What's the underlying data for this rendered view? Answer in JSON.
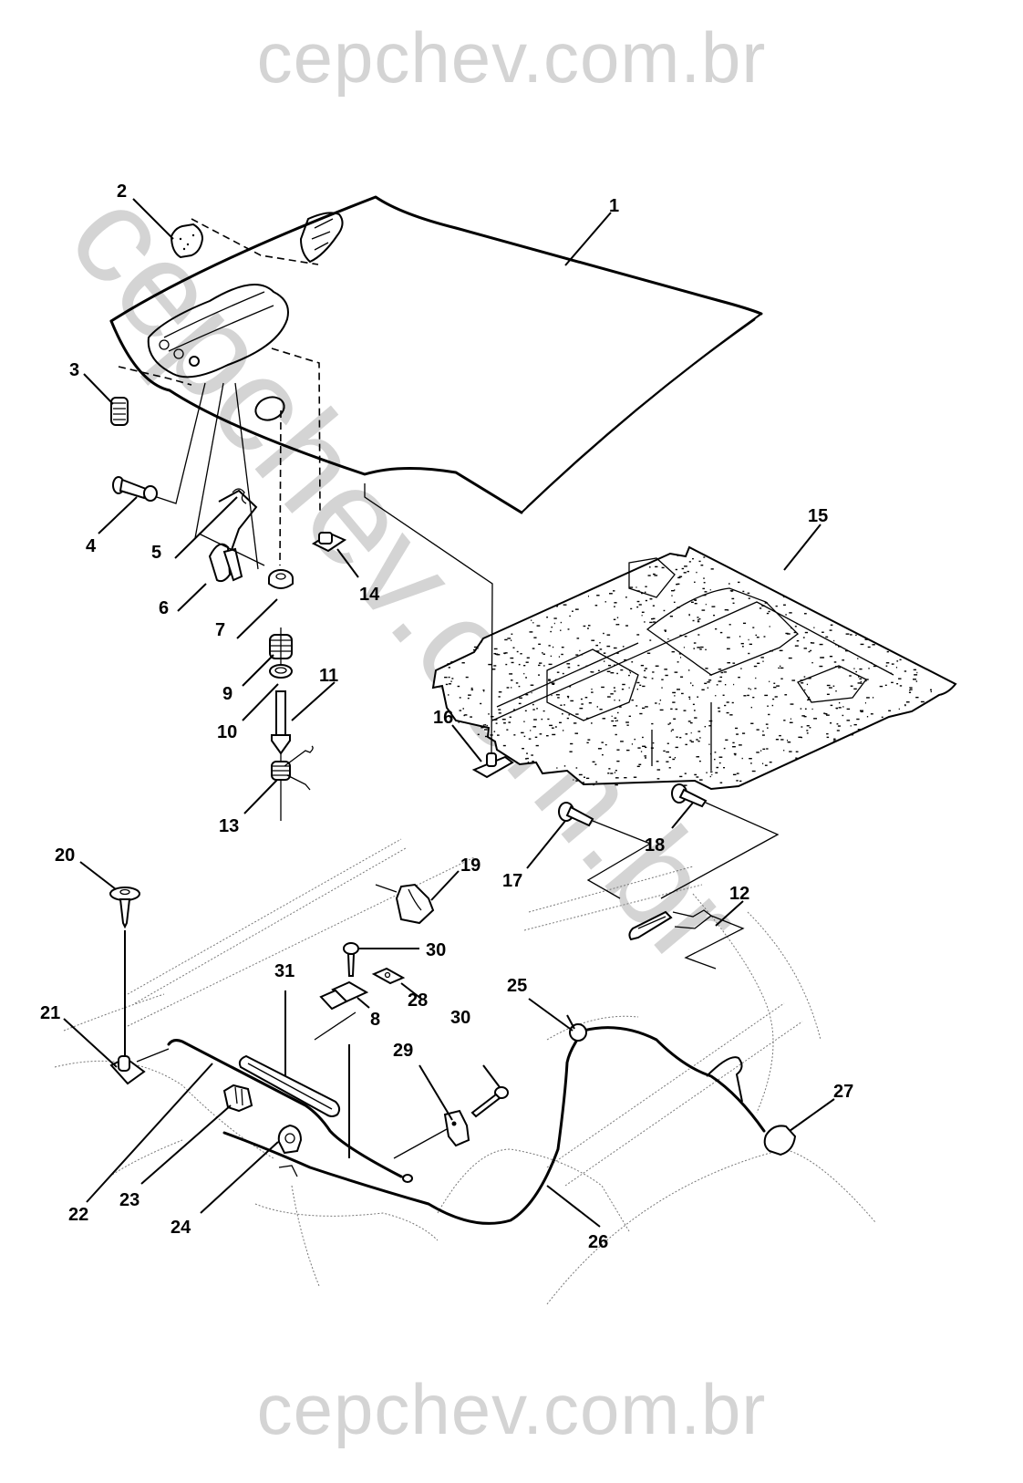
{
  "watermark": {
    "top": "cepchev.com.br",
    "bottom": "cepchev.com.br",
    "diagonal": "cepchev.com.br"
  },
  "diagram": {
    "subject": "Hood (capô) exploded parts view",
    "callouts": [
      {
        "id": "1",
        "label": "1",
        "part": "hood-panel"
      },
      {
        "id": "2",
        "label": "2",
        "part": "bumper-pad"
      },
      {
        "id": "3",
        "label": "3",
        "part": "bumper-stop"
      },
      {
        "id": "4",
        "label": "4",
        "part": "bolt"
      },
      {
        "id": "5",
        "label": "5",
        "part": "spring"
      },
      {
        "id": "6",
        "label": "6",
        "part": "safety-catch"
      },
      {
        "id": "7",
        "label": "7",
        "part": "nut"
      },
      {
        "id": "8",
        "label": "8",
        "part": "clip"
      },
      {
        "id": "9",
        "label": "9",
        "part": "spring"
      },
      {
        "id": "10",
        "label": "10",
        "part": "washer"
      },
      {
        "id": "11",
        "label": "11",
        "part": "latch-bolt"
      },
      {
        "id": "12",
        "label": "12",
        "part": "hinge"
      },
      {
        "id": "13",
        "label": "13",
        "part": "spring"
      },
      {
        "id": "14",
        "label": "14",
        "part": "clip"
      },
      {
        "id": "15",
        "label": "15",
        "part": "insulator-pad"
      },
      {
        "id": "16",
        "label": "16",
        "part": "retainer"
      },
      {
        "id": "17",
        "label": "17",
        "part": "bolt"
      },
      {
        "id": "18",
        "label": "18",
        "part": "bolt"
      },
      {
        "id": "19",
        "label": "19",
        "part": "clip"
      },
      {
        "id": "20",
        "label": "20",
        "part": "screw"
      },
      {
        "id": "21",
        "label": "21",
        "part": "support"
      },
      {
        "id": "22",
        "label": "22",
        "part": "prop-rod"
      },
      {
        "id": "23",
        "label": "23",
        "part": "clip"
      },
      {
        "id": "24",
        "label": "24",
        "part": "clip"
      },
      {
        "id": "25",
        "label": "25",
        "part": "grommet"
      },
      {
        "id": "26",
        "label": "26",
        "part": "release-cable"
      },
      {
        "id": "27",
        "label": "27",
        "part": "bumper"
      },
      {
        "id": "28",
        "label": "28",
        "part": "nut"
      },
      {
        "id": "29",
        "label": "29",
        "part": "bracket"
      },
      {
        "id": "30a",
        "label": "30",
        "part": "screw"
      },
      {
        "id": "30b",
        "label": "30",
        "part": "screw"
      },
      {
        "id": "31",
        "label": "31",
        "part": "sleeve"
      }
    ]
  }
}
